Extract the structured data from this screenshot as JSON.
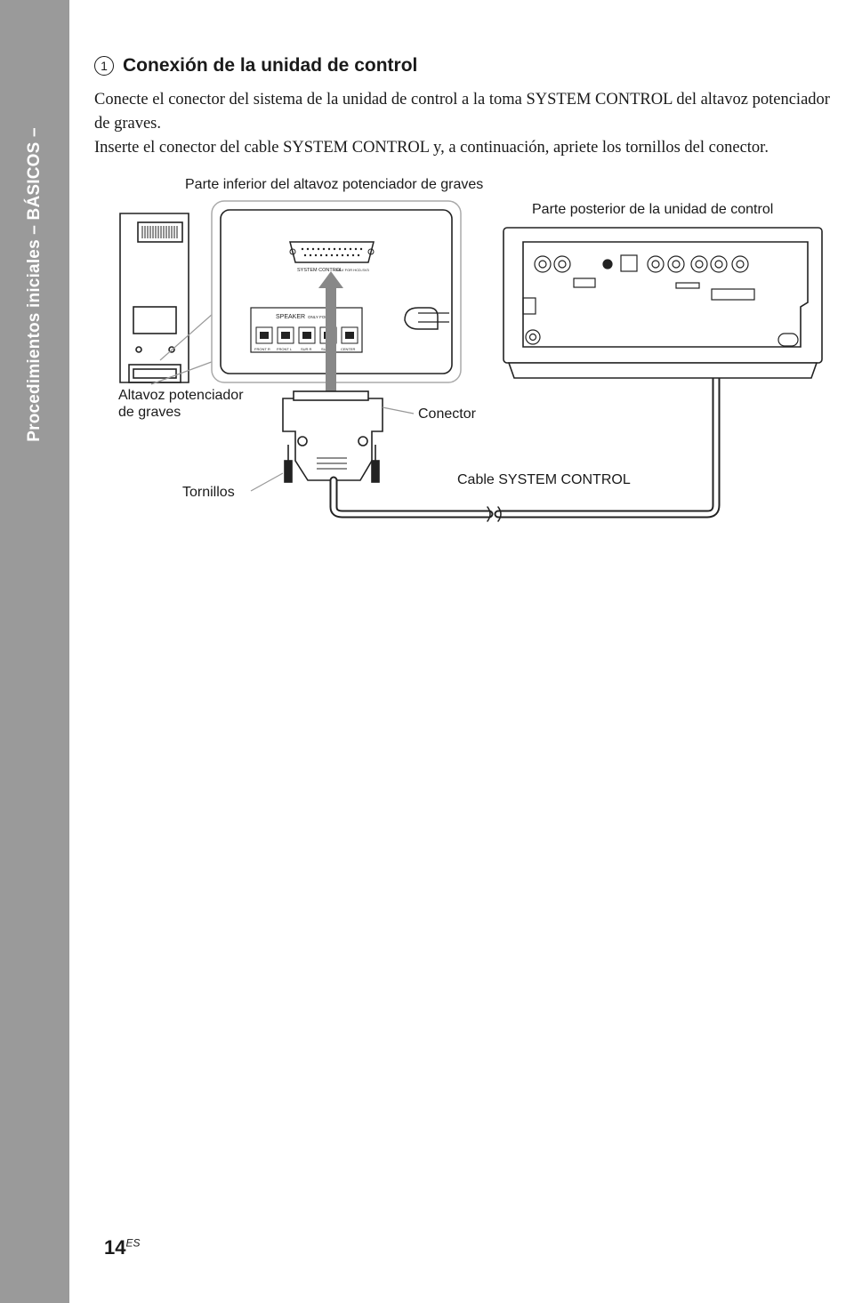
{
  "sidebar": {
    "section_label": "Procedimientos iniciales – BÁSICOS –"
  },
  "heading": {
    "step_number": "1",
    "title": "Conexión de la unidad de control"
  },
  "instructions": {
    "paragraph1": "Conecte el conector del sistema de la unidad de control a la toma SYSTEM CONTROL del altavoz potenciador de graves.",
    "paragraph2": "Inserte el conector del cable SYSTEM CONTROL y, a continuación, apriete los tornillos del conector."
  },
  "diagram": {
    "subwoofer_bottom_label": "Parte inferior del altavoz potenciador de graves",
    "control_unit_rear_label": "Parte posterior de la unidad de control",
    "subwoofer_label_line1": "Altavoz potenciador",
    "subwoofer_label_line2": "de graves",
    "connector_label": "Conector",
    "cable_label": "Cable SYSTEM CONTROL",
    "screws_label": "Tornillos",
    "panel": {
      "system_control": "SYSTEM CONTROL",
      "system_control_note": "ONLY FOR HCD-SV3",
      "speaker": "SPEAKER",
      "speaker_note": "ONLY FOR",
      "jacks": [
        "FRONT R",
        "FRONT L",
        "SUR R",
        "SUR L",
        "CENTER"
      ]
    }
  },
  "footer": {
    "page_number": "14",
    "page_suffix": "ES"
  },
  "colors": {
    "sidebar": "#9a9a9a",
    "text": "#1a1a1a",
    "cable": "#7a7a7a"
  }
}
